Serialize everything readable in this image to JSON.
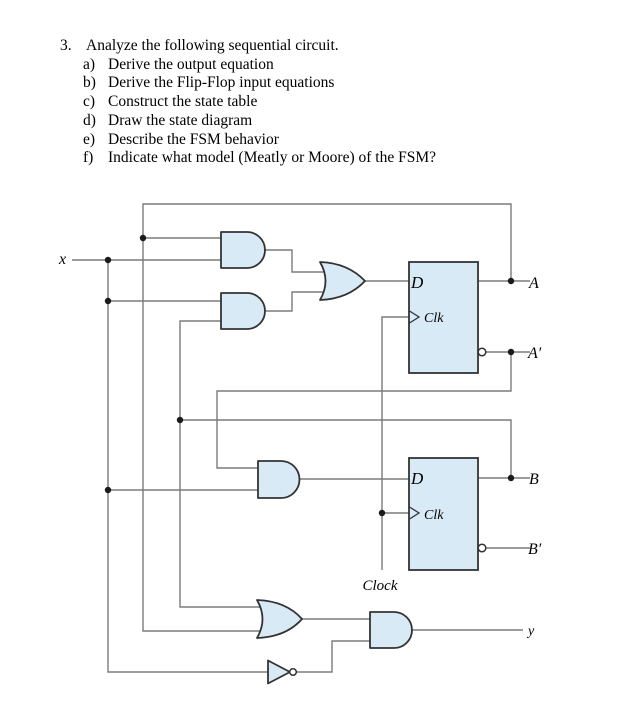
{
  "problem": {
    "number": "3.",
    "title": "Analyze the following sequential circuit.",
    "items": [
      {
        "label": "a)",
        "text": "Derive the output equation"
      },
      {
        "label": "b)",
        "text": "Derive the Flip-Flop input equations"
      },
      {
        "label": "c)",
        "text": "Construct the state table"
      },
      {
        "label": "d)",
        "text": "Draw the state diagram"
      },
      {
        "label": "e)",
        "text": "Describe the FSM behavior"
      },
      {
        "label": "f)",
        "text": "Indicate what model (Meatly or Moore) of the FSM?"
      }
    ]
  },
  "circuit": {
    "labels": {
      "input_x": "x",
      "ff1_d": "D",
      "ff1_clk": "Clk",
      "ff2_d": "D",
      "ff2_clk": "Clk",
      "out_a": "A",
      "out_a_not": "A′",
      "out_b": "B",
      "out_b_not": "B′",
      "clock": "Clock",
      "output_y": "y"
    },
    "gates": [
      {
        "id": "and1",
        "type": "AND",
        "inputs": [
          "A",
          "x"
        ],
        "output_to": "or1"
      },
      {
        "id": "and2",
        "type": "AND",
        "inputs": [
          "x",
          "B"
        ],
        "output_to": "or1"
      },
      {
        "id": "or1",
        "type": "OR",
        "inputs": [
          "and1",
          "and2"
        ],
        "output_to": "flipflop-A D"
      },
      {
        "id": "ffA",
        "type": "D flip-flop",
        "clock": "Clock",
        "outputs": [
          "A",
          "A′"
        ]
      },
      {
        "id": "and3",
        "type": "AND",
        "inputs": [
          "A′",
          "x"
        ],
        "output_to": "flipflop-B D"
      },
      {
        "id": "ffB",
        "type": "D flip-flop",
        "clock": "Clock",
        "outputs": [
          "B",
          "B′"
        ]
      },
      {
        "id": "or2",
        "type": "OR",
        "inputs": [
          "B",
          "A"
        ],
        "output_to": "and4"
      },
      {
        "id": "not1",
        "type": "NOT",
        "inputs": [
          "x"
        ],
        "output_to": "and4"
      },
      {
        "id": "and4",
        "type": "AND",
        "inputs": [
          "or2",
          "not1"
        ],
        "output_to": "y"
      }
    ],
    "colors": {
      "gate_fill": "#d8eaf6",
      "gate_stroke": "#333333",
      "wire": "#7b7b7b",
      "junction_dot": "#1a1a1a",
      "text": "#000000",
      "background": "#ffffff"
    }
  }
}
